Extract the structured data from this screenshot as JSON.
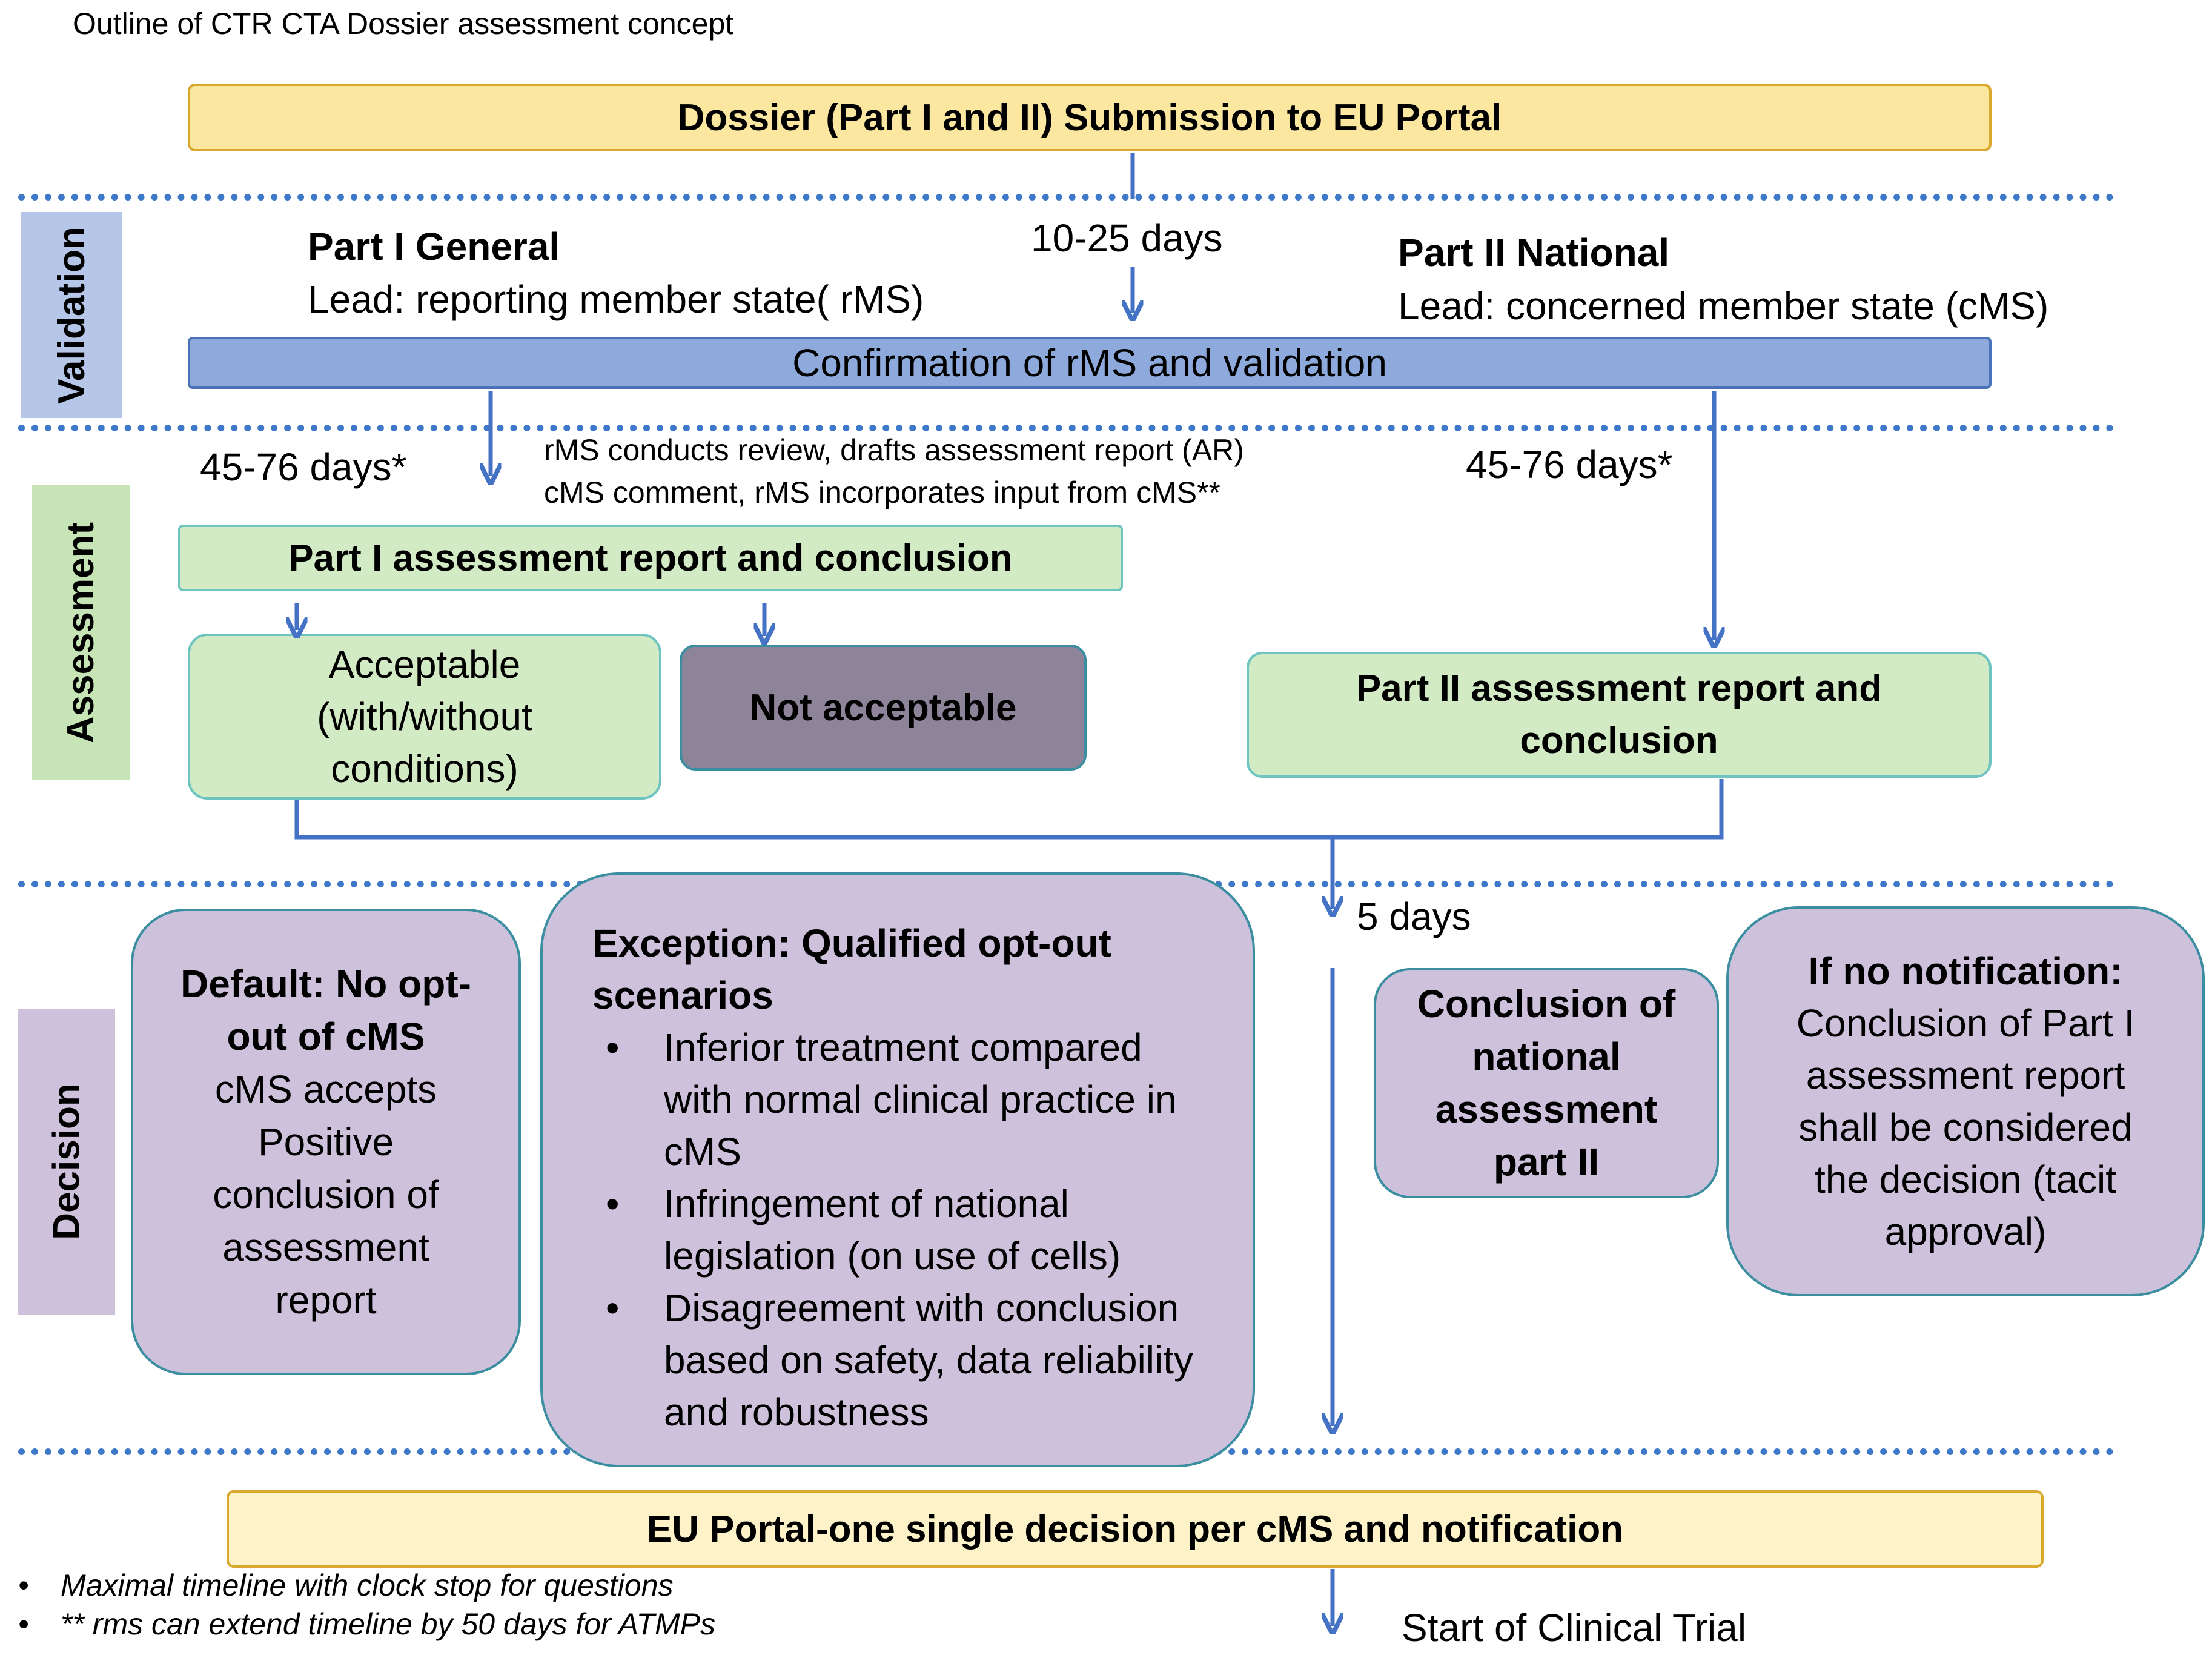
{
  "title": "Outline of CTR CTA Dossier assessment concept",
  "phases": {
    "validation": "Validation",
    "assessment": "Assessment",
    "decision": "Decision"
  },
  "submission": "Dossier (Part I and II) Submission to EU Portal",
  "validation_step": {
    "part1_heading": "Part I General",
    "part1_lead": "Lead: reporting member state( rMS)",
    "timeline": "10-25 days",
    "part2_heading": "Part II National",
    "part2_lead": "Lead: concerned member state (cMS)",
    "confirmation": "Confirmation of rMS and validation"
  },
  "assessment_step": {
    "left_timeline": "45-76 days*",
    "right_timeline": "45-76 days*",
    "review_line1": "rMS conducts review, drafts assessment report (AR)",
    "review_line2": "cMS comment, rMS incorporates input from cMS**",
    "part1_report": "Part I assessment report and conclusion",
    "acceptable": "Acceptable (with/without conditions)",
    "not_acceptable": "Not acceptable",
    "part2_report": "Part II assessment report and conclusion"
  },
  "decision_step": {
    "timeline": "5 days",
    "default_heading": "Default: No opt-out of cMS",
    "default_body": "cMS accepts Positive conclusion of assessment report",
    "exception_heading": "Exception: Qualified opt-out scenarios",
    "exception_items": [
      "Inferior treatment compared with normal clinical practice in cMS",
      "Infringement of national legislation (on use of cells)",
      "Disagreement with conclusion based on safety, data reliability and robustness"
    ],
    "national_conclusion": "Conclusion of national assessment part II",
    "no_notification_heading": "If no notification:",
    "no_notification_body": "Conclusion of Part I assessment report shall be considered the decision (tacit approval)"
  },
  "final_decision": "EU Portal-one single decision per cMS and notification",
  "footnotes": [
    "Maximal timeline with clock stop for questions",
    "** rms can extend timeline by 50 days for ATMPs"
  ],
  "start_label": "Start of Clinical Trial",
  "colors": {
    "yellow_box": "#fbe7a0",
    "light_yellow_box": "#fdf2c8",
    "blue_box": "#8eaadc",
    "green_box": "#d3ebc4",
    "gray_purple_box": "#8d8499",
    "purple_box": "#cdc1dc",
    "validation_band": "#b5c6e8",
    "assessment_band": "#c7e4b6",
    "decision_band": "#cdc1dc",
    "arrow": "#4472c4",
    "border_teal": "#3a8ea0"
  }
}
